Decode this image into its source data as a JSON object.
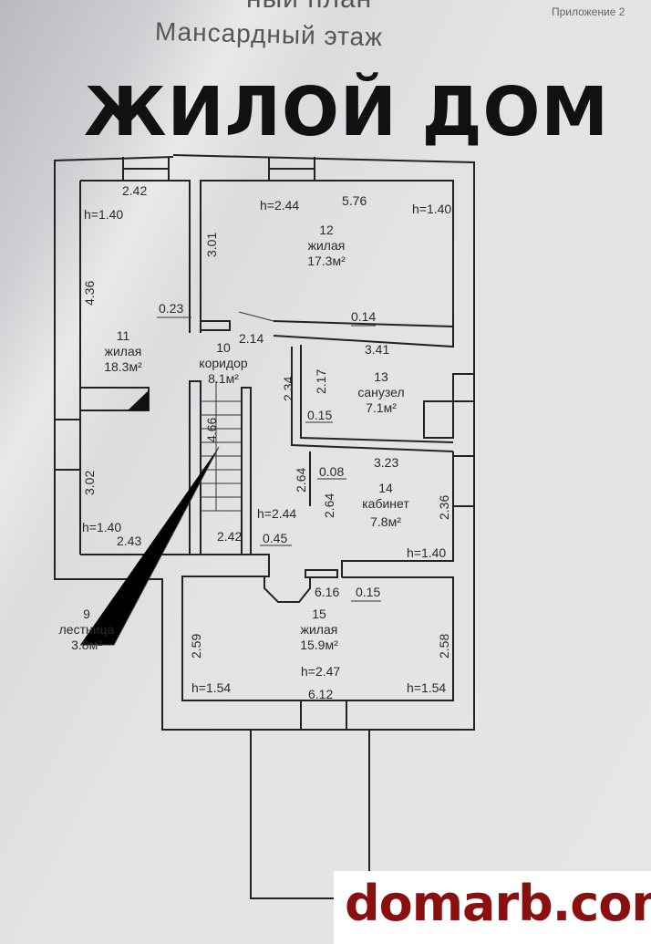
{
  "header": {
    "partial_title": "ный план",
    "appendix": "Приложение 2",
    "subtitle": "Мансардный этаж",
    "overlay_title": "ЖИЛОЙ ДОМ"
  },
  "rooms": [
    {
      "number": "9",
      "name": "лестница",
      "area": "3.8м²"
    },
    {
      "number": "10",
      "name": "коридор",
      "area": "8.1м²"
    },
    {
      "number": "11",
      "name": "жилая",
      "area": "18.3м²"
    },
    {
      "number": "12",
      "name": "жилая",
      "area": "17.3м²"
    },
    {
      "number": "13",
      "name": "санузел",
      "area": "7.1м²"
    },
    {
      "number": "14",
      "name": "кабинет",
      "area": "7.8м²"
    },
    {
      "number": "15",
      "name": "жилая",
      "area": "15.9м²"
    }
  ],
  "dims": [
    "2.42",
    "h=1.40",
    "4.36",
    "h=2.44",
    "5.76",
    "h=1.40",
    "3.01",
    "0.23",
    "0.14",
    "2.14",
    "3.41",
    "2.34",
    "2.17",
    "0.15",
    "4.66",
    "3.02",
    "3.23",
    "0.08",
    "2.64",
    "2.64",
    "2.36",
    "h=1.40",
    "2.43",
    "h=2.44",
    "2.42",
    "0.45",
    "h=1.40",
    "6.16",
    "0.15",
    "2.59",
    "2.58",
    "h=2.47",
    "h=1.54",
    "6.12",
    "h=1.54"
  ],
  "watermark": "domarb.com"
}
